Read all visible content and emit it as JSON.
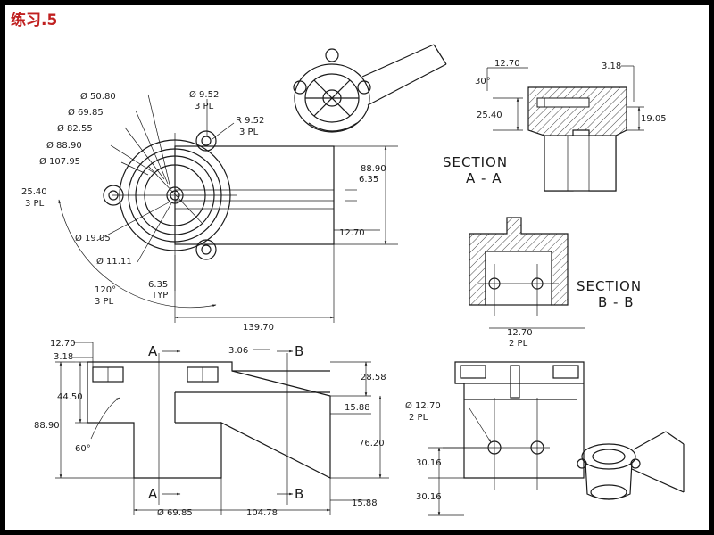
{
  "title": "练习.5",
  "sections": {
    "aa": [
      "SECTION",
      "A - A"
    ],
    "bb": [
      "SECTION",
      "B - B"
    ]
  },
  "markers": {
    "a": "A",
    "b": "B"
  },
  "top_view": {
    "d1": "Ø 50.80",
    "d2": "Ø 69.85",
    "d3": "Ø 82.55",
    "d4": "Ø 88.90",
    "d5": "Ø 107.95",
    "hole": "Ø 9.52",
    "hole_qty": "3 PL",
    "radius": "R 9.52",
    "radius_qty": "3 PL",
    "lug": "25.40",
    "lug_qty": "3 PL",
    "d6": "Ø 19.05",
    "d7": "Ø 11.11",
    "rib": "6.35",
    "rib_note": "TYP",
    "angle": "120°",
    "angle_qty": "3 PL",
    "height": "88.90",
    "slot": "6.35",
    "offset": "12.70",
    "length": "139.70"
  },
  "section_aa": {
    "wall": "12.70",
    "angle": "30°",
    "top": "3.18",
    "depth": "25.40",
    "right": "19.05"
  },
  "section_bb": {
    "width": "12.70",
    "qty": "2 PL"
  },
  "front_view": {
    "w1": "12.70",
    "w2": "3.18",
    "h1": "44.50",
    "h2": "88.90",
    "angle": "60°",
    "gap": "3.06",
    "r1": "28.58",
    "r2": "15.88",
    "r3": "76.20",
    "r4": "15.88",
    "bottom1": "Ø 69.85",
    "bottom2": "104.78"
  },
  "side_view": {
    "hole": "Ø 12.70",
    "qty": "2 PL",
    "v1": "30.16",
    "v2": "30.16"
  }
}
